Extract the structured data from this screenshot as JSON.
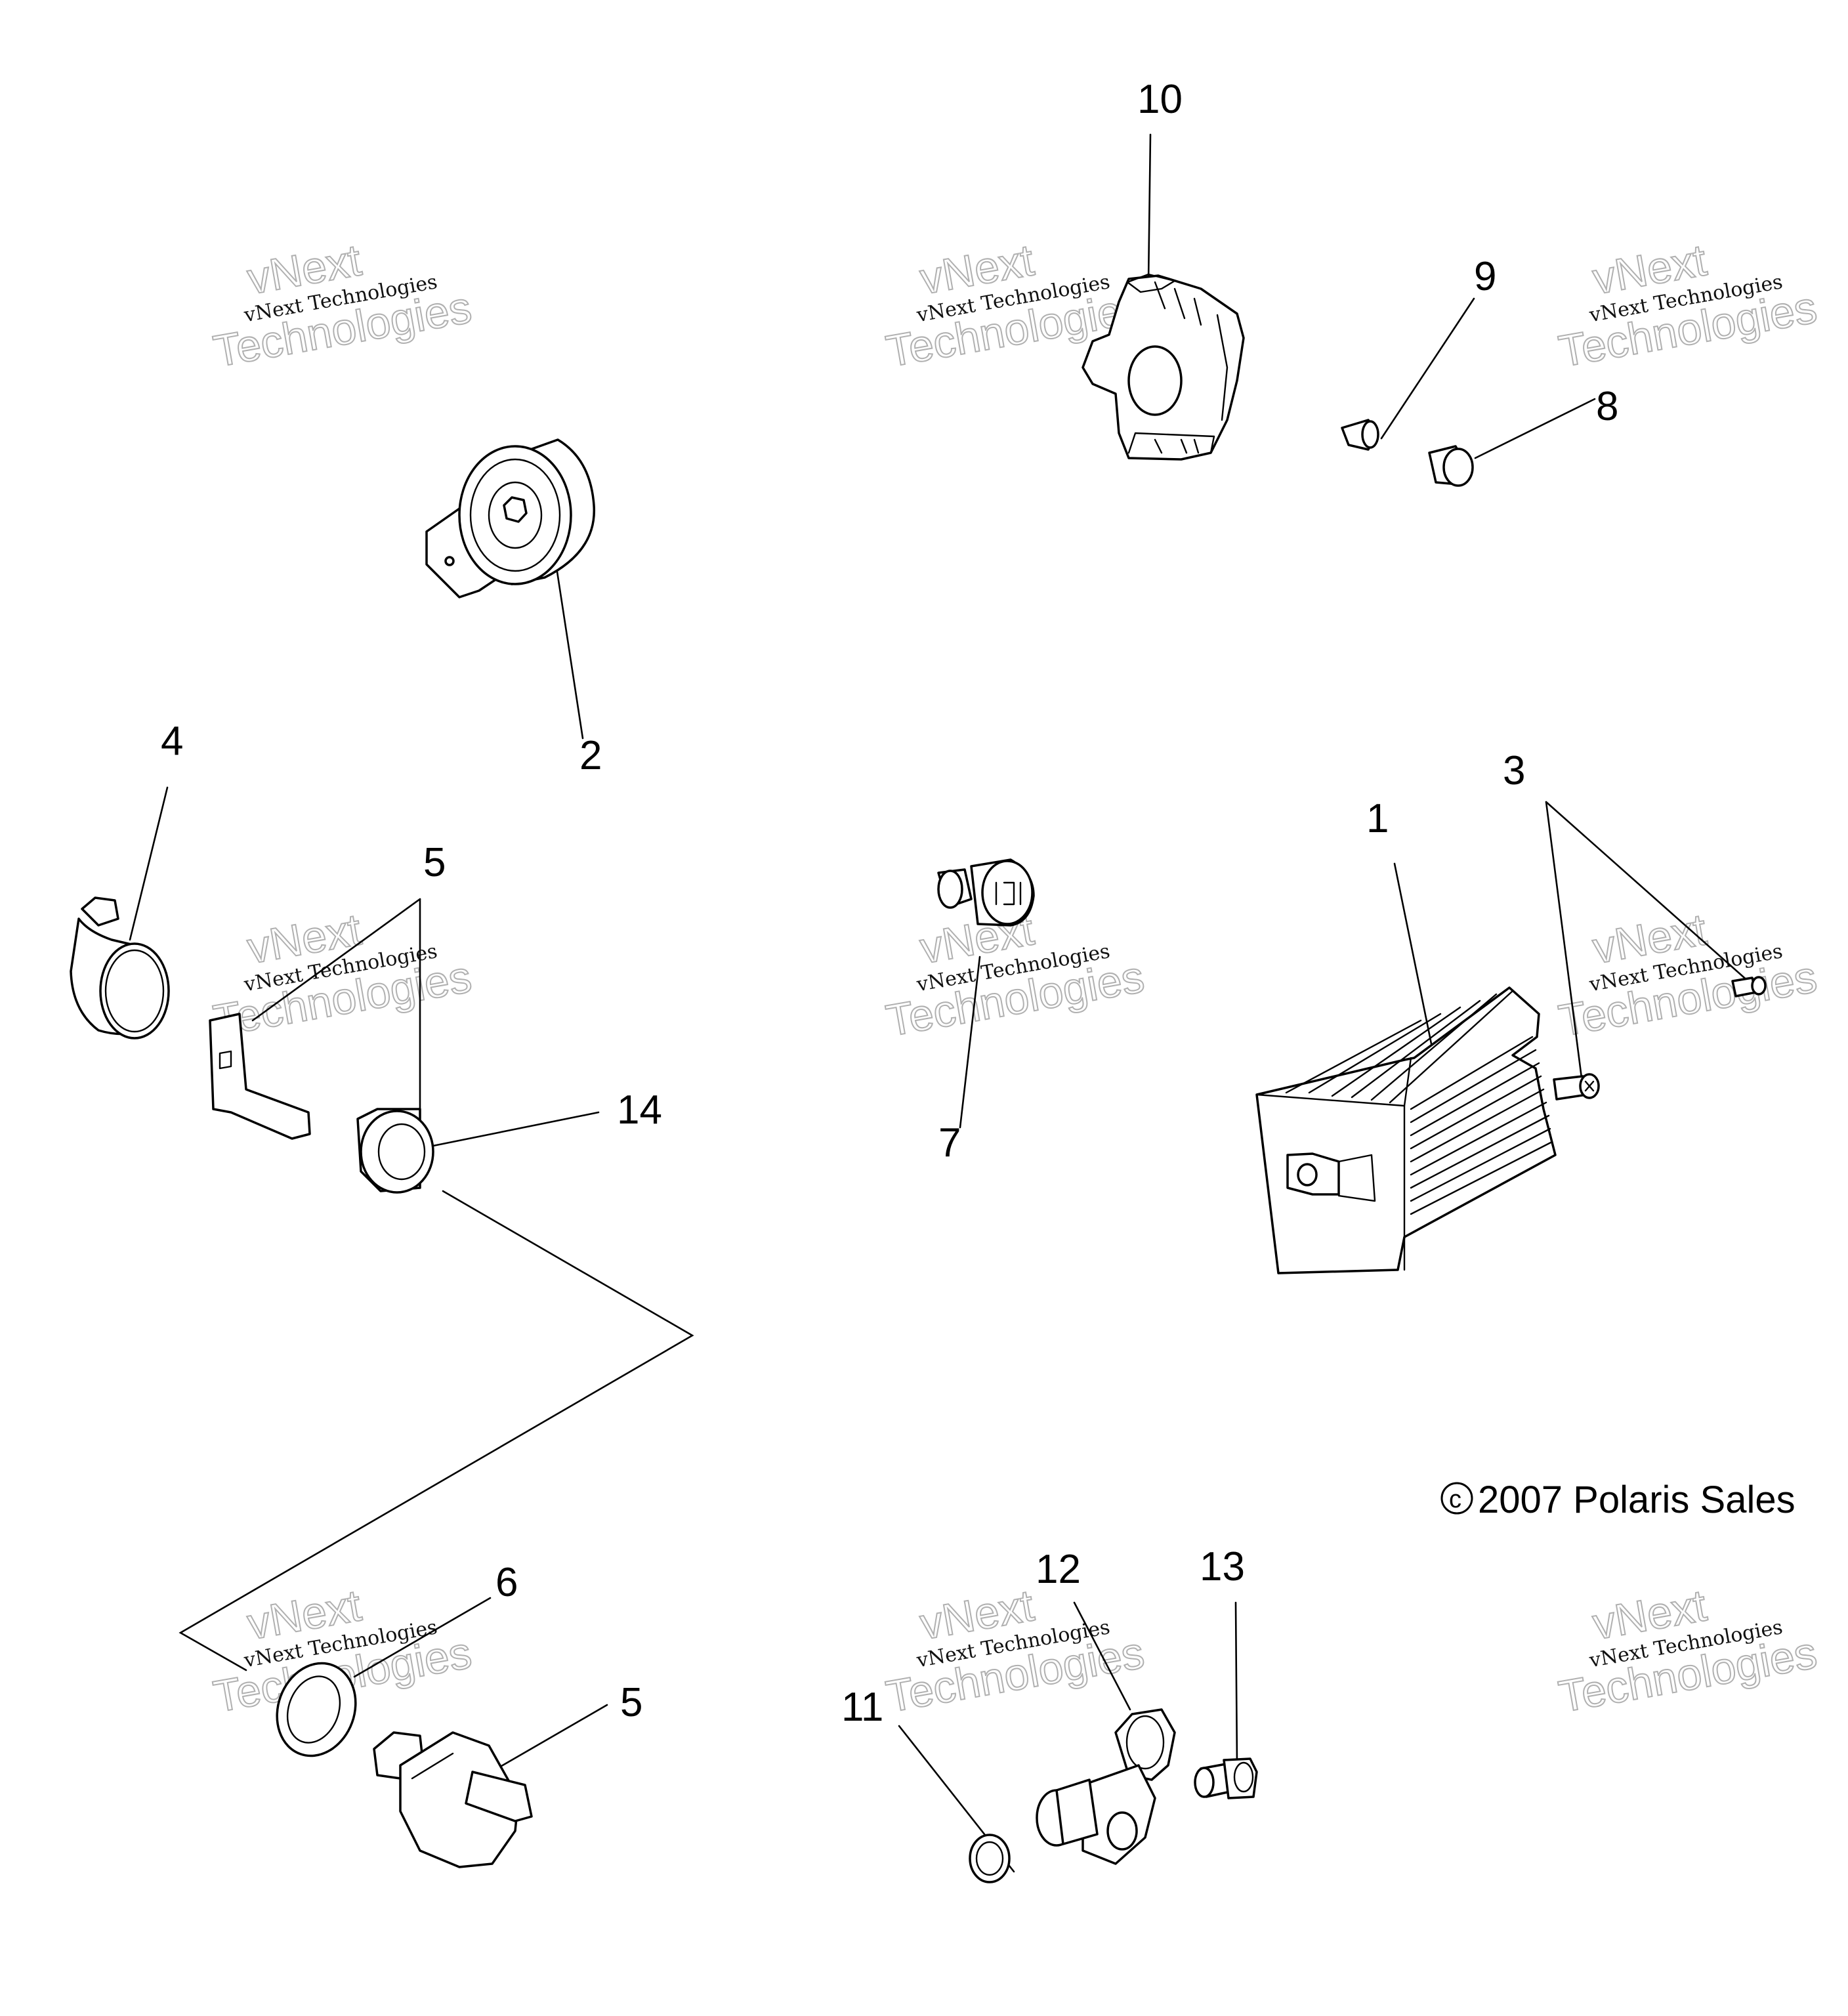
{
  "callouts": {
    "c1": "1",
    "c2": "2",
    "c3": "3",
    "c4": "4",
    "c5a": "5",
    "c5b": "5",
    "c6": "6",
    "c7": "7",
    "c8": "8",
    "c9": "9",
    "c10": "10",
    "c11": "11",
    "c12": "12",
    "c13": "13",
    "c14": "14"
  },
  "copyright": {
    "symbol": "c",
    "text": "2007 Polaris Sales"
  },
  "watermark": {
    "line1": "vNext",
    "line2": "vNext Technologies",
    "line3": "Technologies"
  },
  "colors": {
    "ink": "#000000",
    "watermark": "#b0b0b0",
    "background": "#ffffff"
  }
}
